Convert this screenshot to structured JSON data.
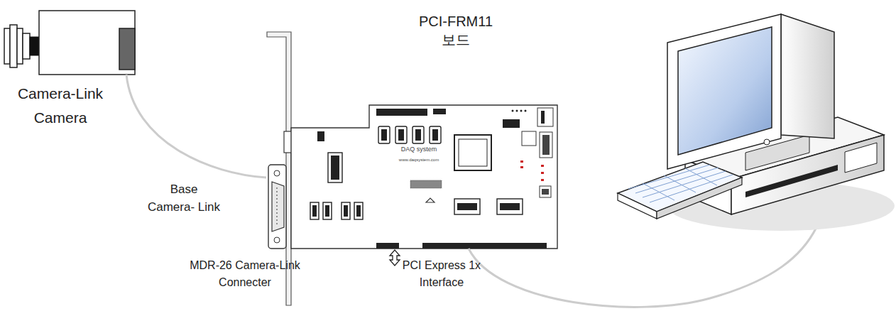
{
  "diagram": {
    "nodes": [
      {
        "text": [
          "Camera-Link Camera"
        ]
      },
      {
        "text": [
          "PCI-FRM11 보드",
          "DAQ system",
          "www.daqsystem.com"
        ]
      }
    ],
    "edges": [
      {
        "from": 0,
        "to": 1,
        "arrow": "none",
        "label": "Base Camera- Link"
      }
    ],
    "labels": [
      "MDR-26 Camera-Link Connecter",
      "PCI Express 1x Interface"
    ]
  }
}
